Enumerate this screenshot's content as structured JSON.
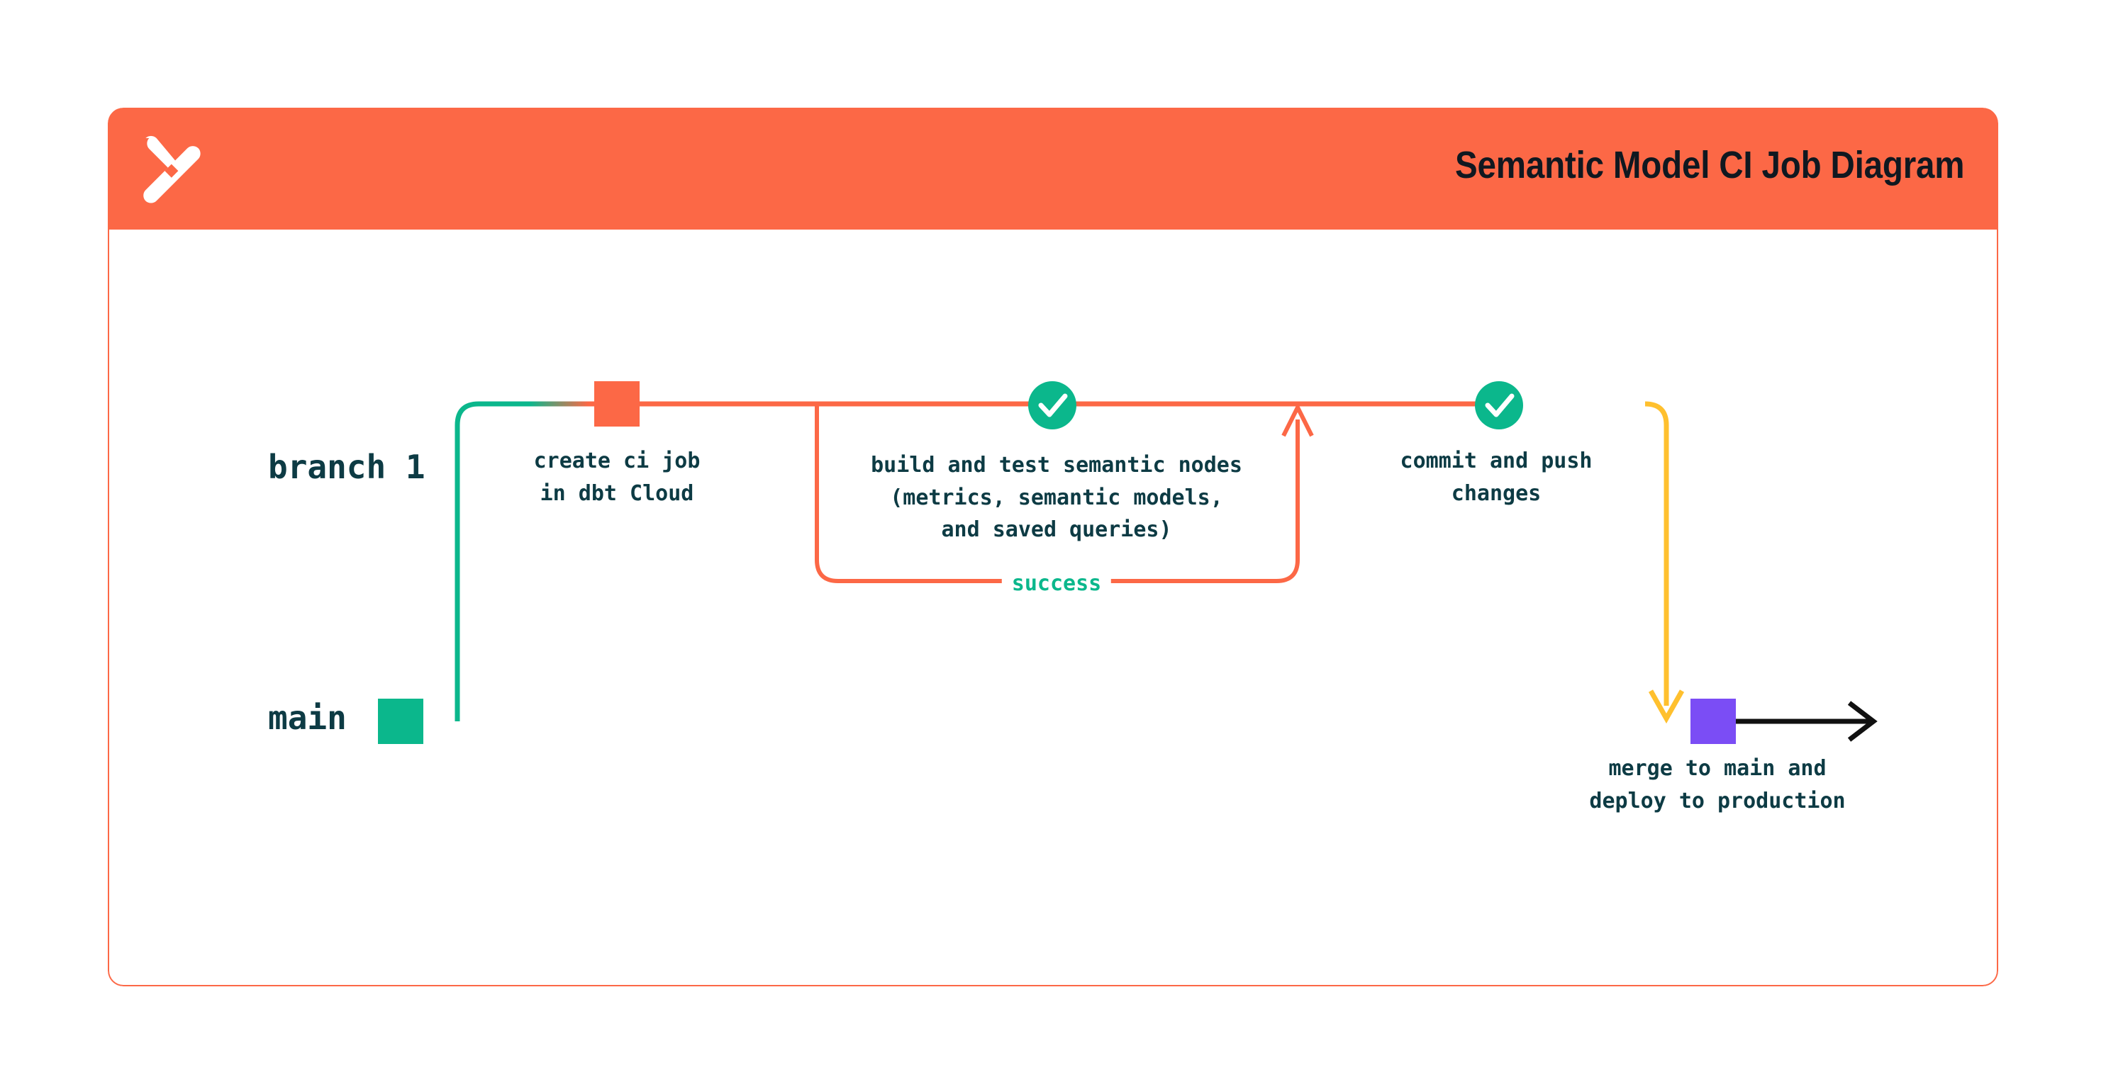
{
  "card": {
    "title": "Semantic Model CI Job Diagram",
    "logo_icon": "dbt-logo-icon",
    "header_color": "#FC6846",
    "border_color": "#FC6846",
    "background_color": "#FFFFFF"
  },
  "lanes": [
    {
      "id": "branch-1",
      "label": "branch 1",
      "marker_color": "#0BB78C"
    },
    {
      "id": "main",
      "label": "main",
      "marker_color": "#0BB78C"
    }
  ],
  "nodes": [
    {
      "id": "create-ci-job",
      "marker": "square",
      "marker_color": "#FC6846",
      "lane": "branch 1",
      "caption": "create ci job\nin dbt Cloud"
    },
    {
      "id": "build-and-test",
      "marker": "check-circle",
      "marker_color": "#0BB78C",
      "lane": "branch 1",
      "caption": "build and test semantic nodes\n(metrics, semantic models,\nand saved queries)"
    },
    {
      "id": "commit-and-push",
      "marker": "check-circle",
      "marker_color": "#0BB78C",
      "lane": "branch 1",
      "caption": "commit and push\nchanges"
    },
    {
      "id": "merge-to-main",
      "marker": "square",
      "marker_color": "#7B4DF5",
      "lane": "main",
      "caption": "merge to main and\ndeploy to production"
    }
  ],
  "edges": [
    {
      "id": "success-loop",
      "label": "success",
      "label_color": "#0BB78C",
      "line_color": "#FC6846",
      "arrow": "up"
    },
    {
      "id": "merge-arrow",
      "label": "",
      "line_color": "#FFC02E",
      "arrow": "down"
    },
    {
      "id": "main-continuation",
      "label": "",
      "line_color": "#101010",
      "arrow": "right"
    }
  ],
  "colors": {
    "orange": "#FC6846",
    "green": "#0BB78C",
    "yellow": "#FFC02E",
    "purple": "#7B4DF5",
    "navy": "#0D3B44",
    "black": "#101010"
  }
}
